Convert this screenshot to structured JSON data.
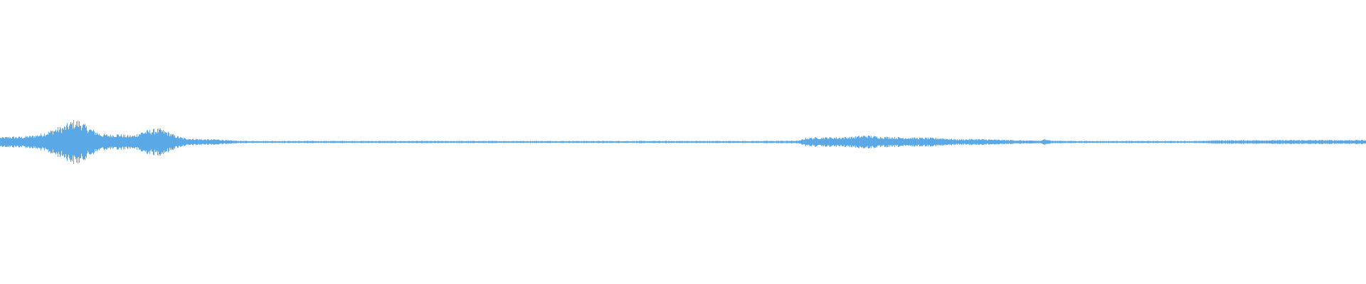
{
  "waveform": {
    "color": "#5aa9e6",
    "background": "#ffffff",
    "amplitude_envelope": [
      [
        0.0,
        0.035
      ],
      [
        0.008,
        0.04
      ],
      [
        0.016,
        0.04
      ],
      [
        0.025,
        0.05
      ],
      [
        0.033,
        0.07
      ],
      [
        0.04,
        0.1
      ],
      [
        0.047,
        0.12
      ],
      [
        0.053,
        0.16
      ],
      [
        0.058,
        0.16
      ],
      [
        0.063,
        0.12
      ],
      [
        0.068,
        0.09
      ],
      [
        0.074,
        0.06
      ],
      [
        0.08,
        0.055
      ],
      [
        0.086,
        0.06
      ],
      [
        0.092,
        0.05
      ],
      [
        0.098,
        0.05
      ],
      [
        0.104,
        0.08
      ],
      [
        0.11,
        0.09
      ],
      [
        0.116,
        0.1
      ],
      [
        0.122,
        0.08
      ],
      [
        0.128,
        0.05
      ],
      [
        0.134,
        0.03
      ],
      [
        0.14,
        0.025
      ],
      [
        0.15,
        0.02
      ],
      [
        0.16,
        0.02
      ],
      [
        0.168,
        0.012
      ],
      [
        0.18,
        0.008
      ],
      [
        0.3,
        0.008
      ],
      [
        0.45,
        0.008
      ],
      [
        0.55,
        0.008
      ],
      [
        0.585,
        0.01
      ],
      [
        0.59,
        0.03
      ],
      [
        0.6,
        0.035
      ],
      [
        0.615,
        0.035
      ],
      [
        0.625,
        0.04
      ],
      [
        0.633,
        0.05
      ],
      [
        0.645,
        0.04
      ],
      [
        0.66,
        0.035
      ],
      [
        0.675,
        0.032
      ],
      [
        0.69,
        0.03
      ],
      [
        0.7,
        0.02
      ],
      [
        0.715,
        0.022
      ],
      [
        0.73,
        0.018
      ],
      [
        0.75,
        0.012
      ],
      [
        0.762,
        0.01
      ],
      [
        0.766,
        0.025
      ],
      [
        0.77,
        0.01
      ],
      [
        0.8,
        0.008
      ],
      [
        0.88,
        0.008
      ],
      [
        0.89,
        0.013
      ],
      [
        0.92,
        0.014
      ],
      [
        0.96,
        0.015
      ],
      [
        1.0,
        0.015
      ]
    ]
  }
}
